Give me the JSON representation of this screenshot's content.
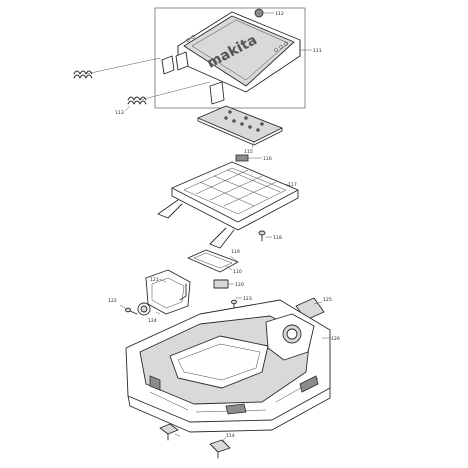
{
  "diagram": {
    "colors": {
      "line": "#2a2a2a",
      "fill": "#d9d9d9",
      "dark": "#8c8c8c"
    },
    "callouts": [
      {
        "id": "c112",
        "text": "112"
      },
      {
        "id": "c111",
        "text": "111"
      },
      {
        "id": "c113",
        "text": "113"
      },
      {
        "id": "c115",
        "text": "115"
      },
      {
        "id": "c116",
        "text": "116"
      },
      {
        "id": "c117",
        "text": "117"
      },
      {
        "id": "c118",
        "text": "118"
      },
      {
        "id": "c119",
        "text": "119"
      },
      {
        "id": "c110",
        "text": "110"
      },
      {
        "id": "c120",
        "text": "120"
      },
      {
        "id": "c121",
        "text": "121"
      },
      {
        "id": "c122",
        "text": "122"
      },
      {
        "id": "c123",
        "text": "123"
      },
      {
        "id": "c124",
        "text": "124"
      },
      {
        "id": "c125",
        "text": "125"
      },
      {
        "id": "c126",
        "text": "126"
      },
      {
        "id": "c114",
        "text": "114"
      }
    ]
  }
}
